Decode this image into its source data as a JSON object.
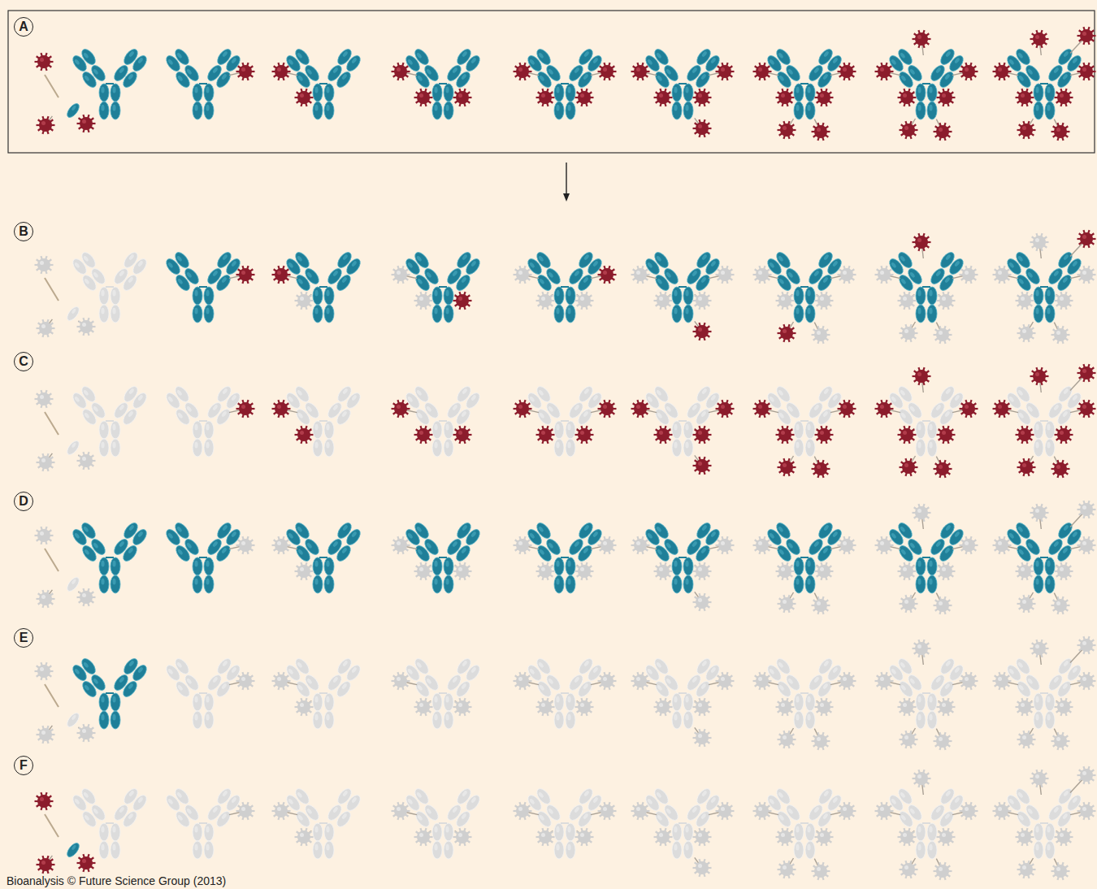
{
  "diagram": {
    "nodes": [
      {
        "text": [
          "A"
        ]
      },
      {
        "text": [
          "B"
        ]
      },
      {
        "text": [
          "C"
        ]
      },
      {
        "text": [
          "D"
        ]
      },
      {
        "text": [
          "E"
        ]
      },
      {
        "text": [
          "F"
        ]
      }
    ],
    "labels": [
      "Bioanalysis © Future Science Group (2013)"
    ]
  }
}
